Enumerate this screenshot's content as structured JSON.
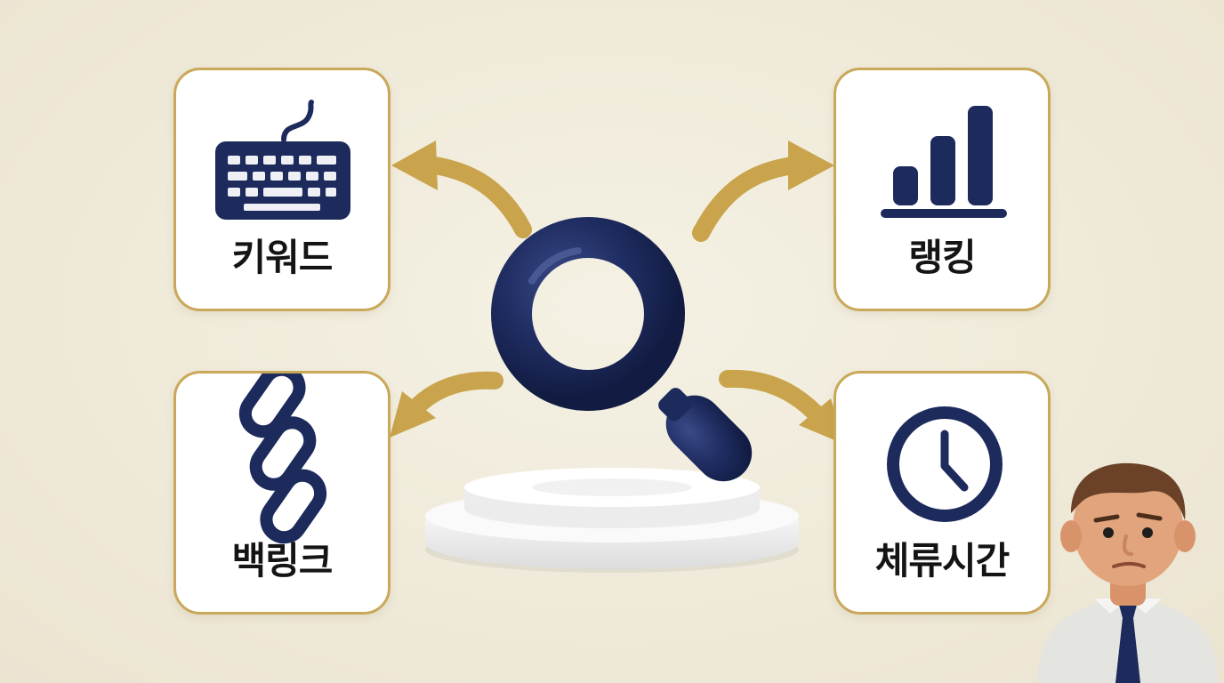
{
  "cards": {
    "keyword": {
      "label": "키워드",
      "icon": "keyboard-icon"
    },
    "ranking": {
      "label": "랭킹",
      "icon": "bar-chart-icon"
    },
    "backlink": {
      "label": "백링크",
      "icon": "chain-link-icon"
    },
    "dwell_time": {
      "label": "체류시간",
      "icon": "clock-icon"
    }
  },
  "center": {
    "icon": "magnifying-glass-icon"
  },
  "colors": {
    "navy": "#1c2a5c",
    "gold": "#c9a44c",
    "card_border": "#c9a85a",
    "background": "#efe9d8"
  }
}
